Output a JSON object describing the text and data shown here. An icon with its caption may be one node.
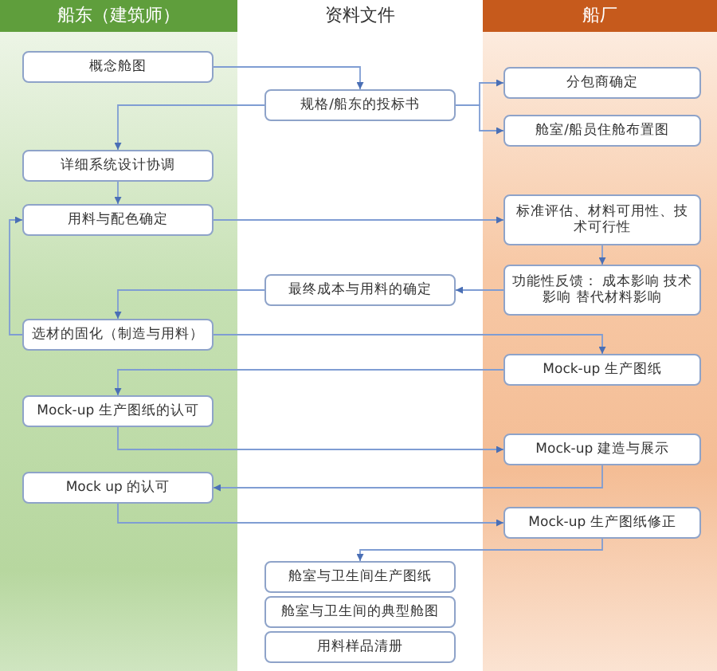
{
  "diagram": {
    "nodes": [
      {
        "text": [
          "船东（建筑师）"
        ]
      },
      {
        "text": [
          "资料文件"
        ]
      },
      {
        "text": [
          "船厂"
        ]
      },
      {
        "text": [
          "概念舱图"
        ],
        "in": 0
      },
      {
        "text": [
          "详细系统设计协调"
        ],
        "in": 0
      },
      {
        "text": [
          "用料与配色确定"
        ],
        "in": 0
      },
      {
        "text": [
          "选材的固化（制造与用料）"
        ],
        "in": 0
      },
      {
        "text": [
          "Mock-up 生产图纸的认可"
        ],
        "in": 0
      },
      {
        "text": [
          "Mock up 的认可"
        ],
        "in": 0
      },
      {
        "text": [
          "规格/船东的投标书"
        ],
        "in": 1
      },
      {
        "text": [
          "最终成本与用料的确定"
        ],
        "in": 1
      },
      {
        "text": [
          "舱室与卫生间生产图纸"
        ],
        "in": 1
      },
      {
        "text": [
          "舱室与卫生间的典型舱图"
        ],
        "in": 1
      },
      {
        "text": [
          "用料样品清册"
        ],
        "in": 1
      },
      {
        "text": [
          "分包商确定"
        ],
        "in": 2
      },
      {
        "text": [
          "舱室/船员住舱布置图"
        ],
        "in": 2
      },
      {
        "text": [
          "标准评估、材料可用性、技术可行性"
        ],
        "in": 2
      },
      {
        "text": [
          "功能性反馈： 成本影响 技术影响 替代材料影响"
        ],
        "in": 2
      },
      {
        "text": [
          "Mock-up 生产图纸"
        ],
        "in": 2
      },
      {
        "text": [
          "Mock-up 建造与展示"
        ],
        "in": 2
      },
      {
        "text": [
          "Mock-up 生产图纸修正"
        ],
        "in": 2
      }
    ],
    "edges": [
      {
        "from": 3,
        "to": 9,
        "arrow": "to"
      },
      {
        "from": 9,
        "to": 14,
        "arrow": "to"
      },
      {
        "from": 9,
        "to": 15,
        "arrow": "to"
      },
      {
        "from": 9,
        "to": 4,
        "arrow": "to"
      },
      {
        "from": 4,
        "to": 5,
        "arrow": "to"
      },
      {
        "from": 5,
        "to": 16,
        "arrow": "to"
      },
      {
        "from": 16,
        "to": 17,
        "arrow": "to"
      },
      {
        "from": 17,
        "to": 10,
        "arrow": "to"
      },
      {
        "from": 10,
        "to": 6,
        "arrow": "to"
      },
      {
        "from": 6,
        "to": 5,
        "arrow": "to"
      },
      {
        "from": 6,
        "to": 18,
        "arrow": "to"
      },
      {
        "from": 18,
        "to": 7,
        "arrow": "to"
      },
      {
        "from": 7,
        "to": 19,
        "arrow": "to"
      },
      {
        "from": 19,
        "to": 8,
        "arrow": "to"
      },
      {
        "from": 8,
        "to": 20,
        "arrow": "to"
      },
      {
        "from": 20,
        "to": 11,
        "arrow": "to"
      }
    ]
  }
}
